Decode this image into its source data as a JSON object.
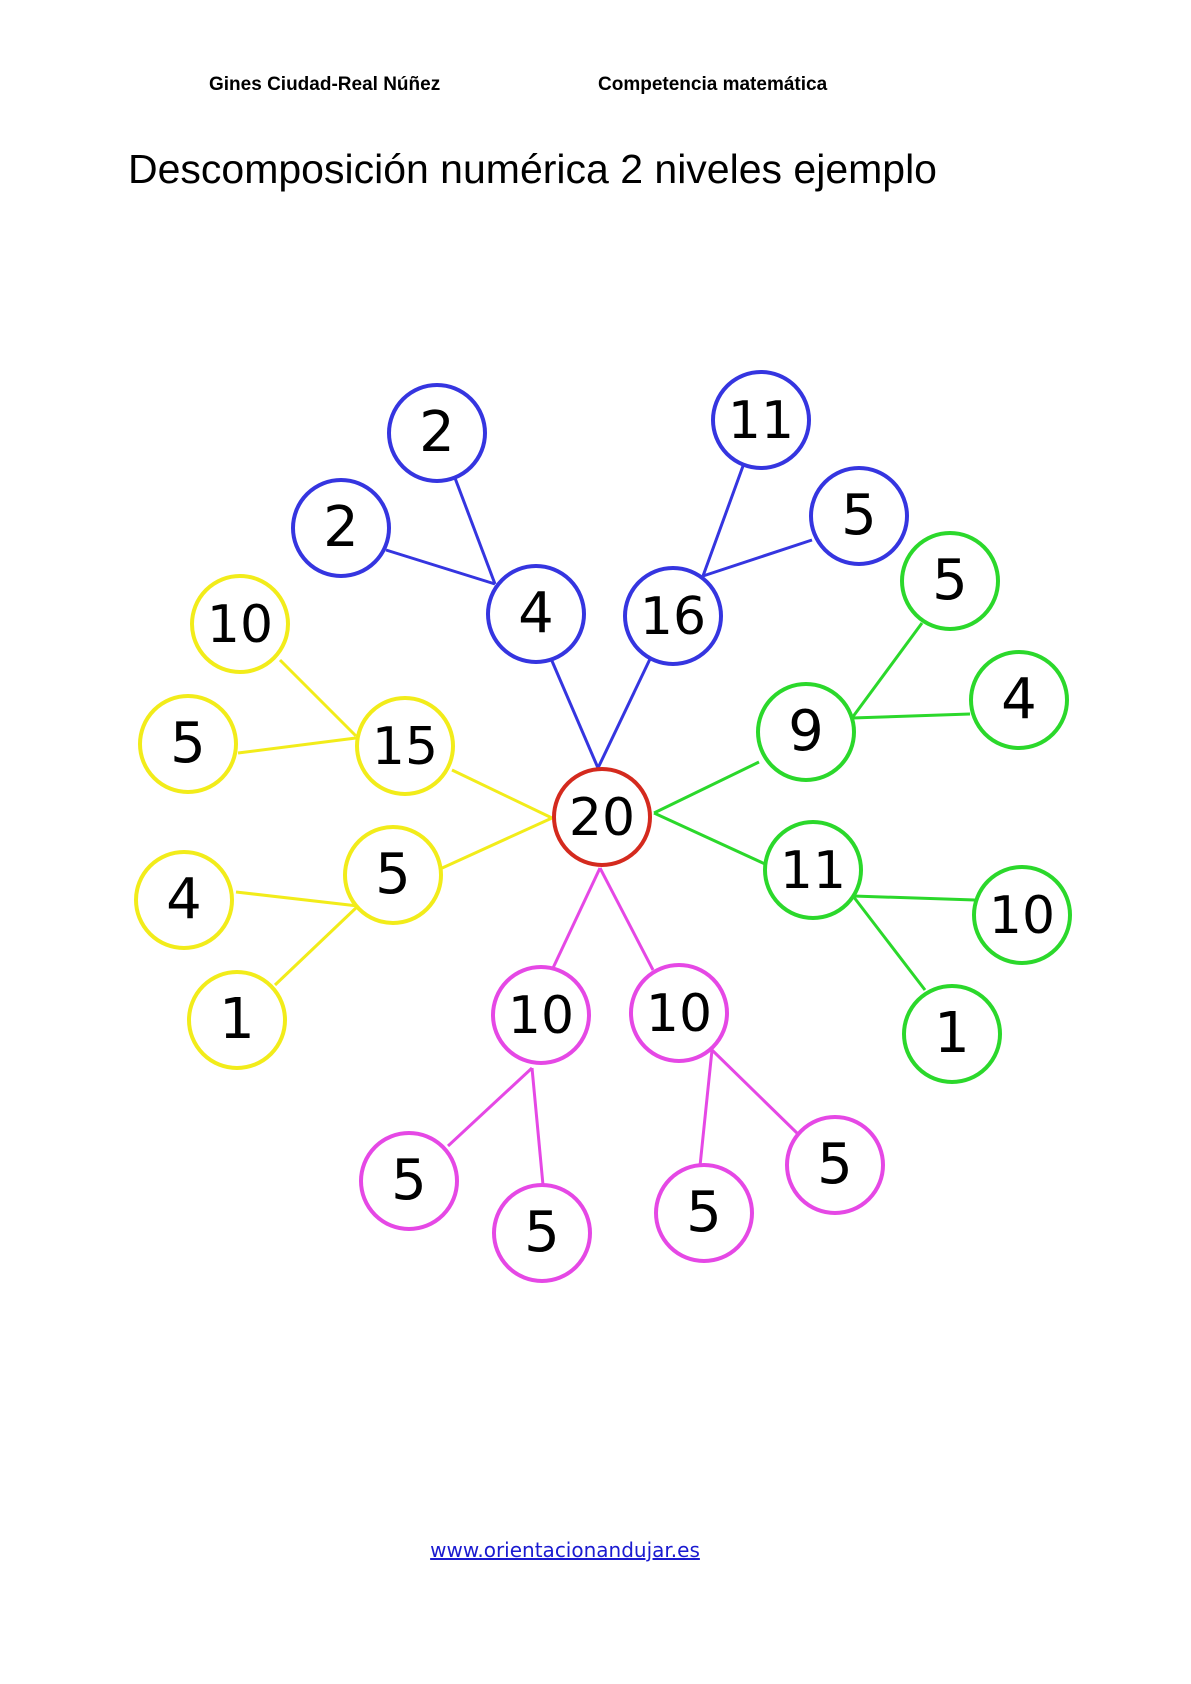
{
  "header": {
    "author": "Gines Ciudad-Real Núñez",
    "subject": "Competencia matemática"
  },
  "title": "Descomposición numérica 2 niveles ejemplo",
  "footer": {
    "link_text": "www.orientacionandujar.es"
  },
  "colors": {
    "root": "#d42a1e",
    "blue": "#3535e0",
    "green": "#2bd82b",
    "yellow": "#f2ec1a",
    "magenta": "#e548e5",
    "text": "#000000"
  },
  "tree": {
    "root": {
      "id": "n20",
      "value": "20",
      "color": "root"
    },
    "nodes": [
      {
        "id": "n4",
        "value": "4",
        "color": "blue",
        "parent": "n20"
      },
      {
        "id": "n16",
        "value": "16",
        "color": "blue",
        "parent": "n20"
      },
      {
        "id": "n9",
        "value": "9",
        "color": "green",
        "parent": "n20"
      },
      {
        "id": "n11g",
        "value": "11",
        "color": "green",
        "parent": "n20"
      },
      {
        "id": "n10a",
        "value": "10",
        "color": "magenta",
        "parent": "n20"
      },
      {
        "id": "n10b",
        "value": "10",
        "color": "magenta",
        "parent": "n20"
      },
      {
        "id": "n5y",
        "value": "5",
        "color": "yellow",
        "parent": "n20"
      },
      {
        "id": "n15",
        "value": "15",
        "color": "yellow",
        "parent": "n20"
      },
      {
        "id": "n4a",
        "value": "2",
        "color": "blue",
        "parent": "n4"
      },
      {
        "id": "n4b",
        "value": "2",
        "color": "blue",
        "parent": "n4"
      },
      {
        "id": "n16a",
        "value": "11",
        "color": "blue",
        "parent": "n16"
      },
      {
        "id": "n16b",
        "value": "5",
        "color": "blue",
        "parent": "n16"
      },
      {
        "id": "n9a",
        "value": "5",
        "color": "green",
        "parent": "n9"
      },
      {
        "id": "n9b",
        "value": "4",
        "color": "green",
        "parent": "n9"
      },
      {
        "id": "n11a",
        "value": "10",
        "color": "green",
        "parent": "n11g"
      },
      {
        "id": "n11b",
        "value": "1",
        "color": "green",
        "parent": "n11g"
      },
      {
        "id": "n10bA",
        "value": "5",
        "color": "magenta",
        "parent": "n10b"
      },
      {
        "id": "n10bB",
        "value": "5",
        "color": "magenta",
        "parent": "n10b"
      },
      {
        "id": "n10aA",
        "value": "5",
        "color": "magenta",
        "parent": "n10a"
      },
      {
        "id": "n10aB",
        "value": "5",
        "color": "magenta",
        "parent": "n10a"
      },
      {
        "id": "n5a",
        "value": "4",
        "color": "yellow",
        "parent": "n5y"
      },
      {
        "id": "n5b",
        "value": "1",
        "color": "yellow",
        "parent": "n5y"
      },
      {
        "id": "n15a",
        "value": "10",
        "color": "yellow",
        "parent": "n15"
      },
      {
        "id": "n15b",
        "value": "5",
        "color": "yellow",
        "parent": "n15"
      }
    ]
  }
}
